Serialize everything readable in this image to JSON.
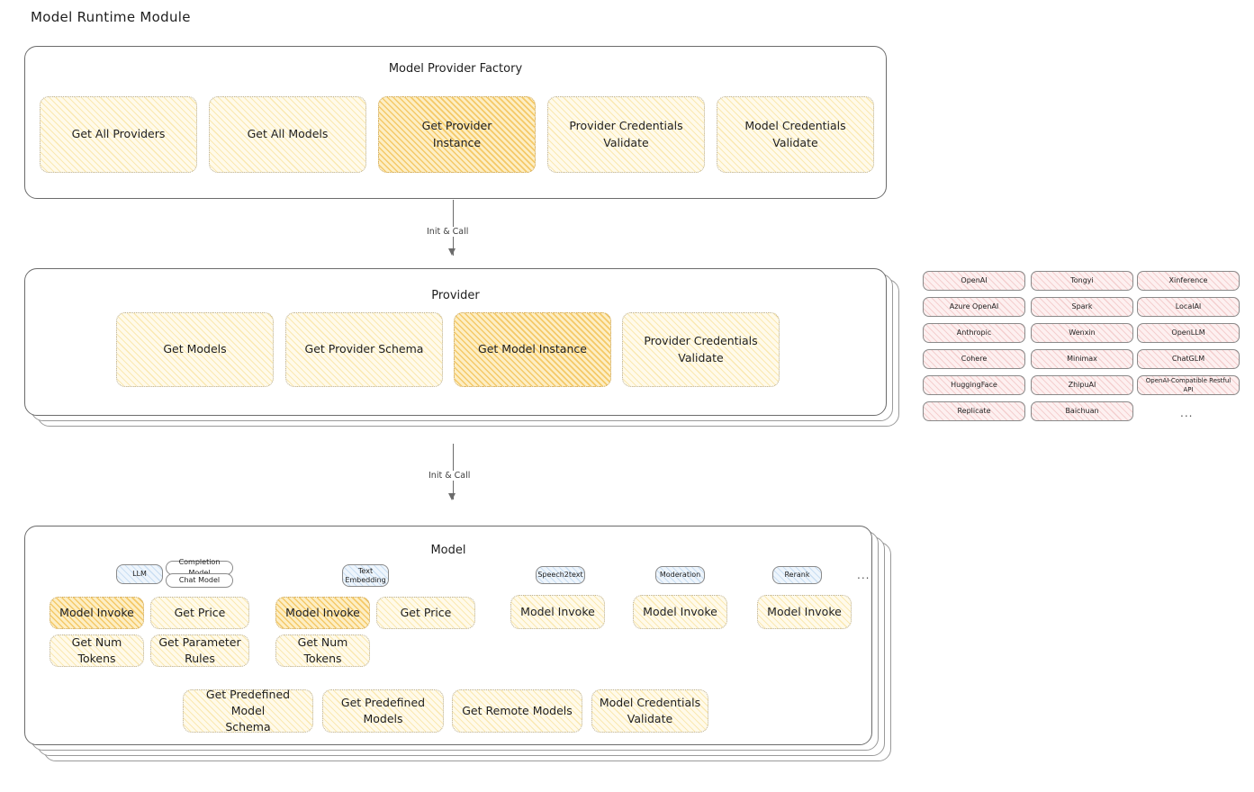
{
  "page": {
    "title": "Model Runtime Module"
  },
  "colors": {
    "yellow_fill": "#fffaea",
    "yellow_stroke": "#f3ce5c",
    "amber_fill": "#fdeec4",
    "amber_stroke": "#f0b22e",
    "rose_fill": "#fdf0f0",
    "rose_stroke": "#e28e8e",
    "blue_fill": "#eef5fc",
    "blue_stroke": "#78aadc",
    "frame_stroke": "#6b6b6b",
    "text": "#1e1e1e"
  },
  "factory": {
    "title": "Model Provider Factory",
    "nodes": [
      {
        "label": "Get All Providers",
        "highlight": false
      },
      {
        "label": "Get All Models",
        "highlight": false
      },
      {
        "label": "Get Provider\nInstance",
        "highlight": true
      },
      {
        "label": "Provider Credentials\nValidate",
        "highlight": false
      },
      {
        "label": "Model Credentials\nValidate",
        "highlight": false
      }
    ]
  },
  "arrow1": {
    "label": "Init & Call"
  },
  "provider": {
    "title": "Provider",
    "nodes": [
      {
        "label": "Get Models",
        "highlight": false
      },
      {
        "label": "Get Provider Schema",
        "highlight": false
      },
      {
        "label": "Get Model Instance",
        "highlight": true
      },
      {
        "label": "Provider Credentials\nValidate",
        "highlight": false
      }
    ]
  },
  "arrow2": {
    "label": "Init & Call"
  },
  "provider_list": {
    "columns": [
      [
        "OpenAI",
        "Azure OpenAI",
        "Anthropic",
        "Cohere",
        "HuggingFace",
        "Replicate"
      ],
      [
        "Tongyi",
        "Spark",
        "Wenxin",
        "Minimax",
        "ZhipuAI",
        "Baichuan"
      ],
      [
        "Xinference",
        "LocalAI",
        "OpenLLM",
        "ChatGLM",
        "OpenAI-Compatible Restful API"
      ]
    ],
    "more": "..."
  },
  "model": {
    "title": "Model",
    "more": "...",
    "types": [
      {
        "name": "LLM",
        "style": "blue",
        "subtypes": [
          "Completion Model",
          "Chat Model"
        ],
        "methods_row1": [
          {
            "label": "Model Invoke",
            "highlight": true
          },
          {
            "label": "Get Price",
            "highlight": false
          }
        ],
        "methods_row2": [
          {
            "label": "Get Num Tokens",
            "highlight": false
          },
          {
            "label": "Get Parameter\nRules",
            "highlight": false
          }
        ]
      },
      {
        "name": "Text\nEmbedding",
        "style": "blue",
        "subtypes": [],
        "methods_row1": [
          {
            "label": "Model Invoke",
            "highlight": true
          },
          {
            "label": "Get Price",
            "highlight": false
          }
        ],
        "methods_row2": [
          {
            "label": "Get Num Tokens",
            "highlight": false
          }
        ]
      },
      {
        "name": "Speech2text",
        "style": "blue",
        "subtypes": [],
        "methods_row1": [
          {
            "label": "Model Invoke",
            "highlight": false
          }
        ],
        "methods_row2": []
      },
      {
        "name": "Moderation",
        "style": "blue",
        "subtypes": [],
        "methods_row1": [
          {
            "label": "Model Invoke",
            "highlight": false
          }
        ],
        "methods_row2": []
      },
      {
        "name": "Rerank",
        "style": "blue",
        "subtypes": [],
        "methods_row1": [
          {
            "label": "Model Invoke",
            "highlight": false
          }
        ],
        "methods_row2": []
      }
    ],
    "shared_methods": [
      {
        "label": "Get Predefined Model\nSchema"
      },
      {
        "label": "Get Predefined\nModels"
      },
      {
        "label": "Get Remote Models"
      },
      {
        "label": "Model Credentials\nValidate"
      }
    ]
  }
}
